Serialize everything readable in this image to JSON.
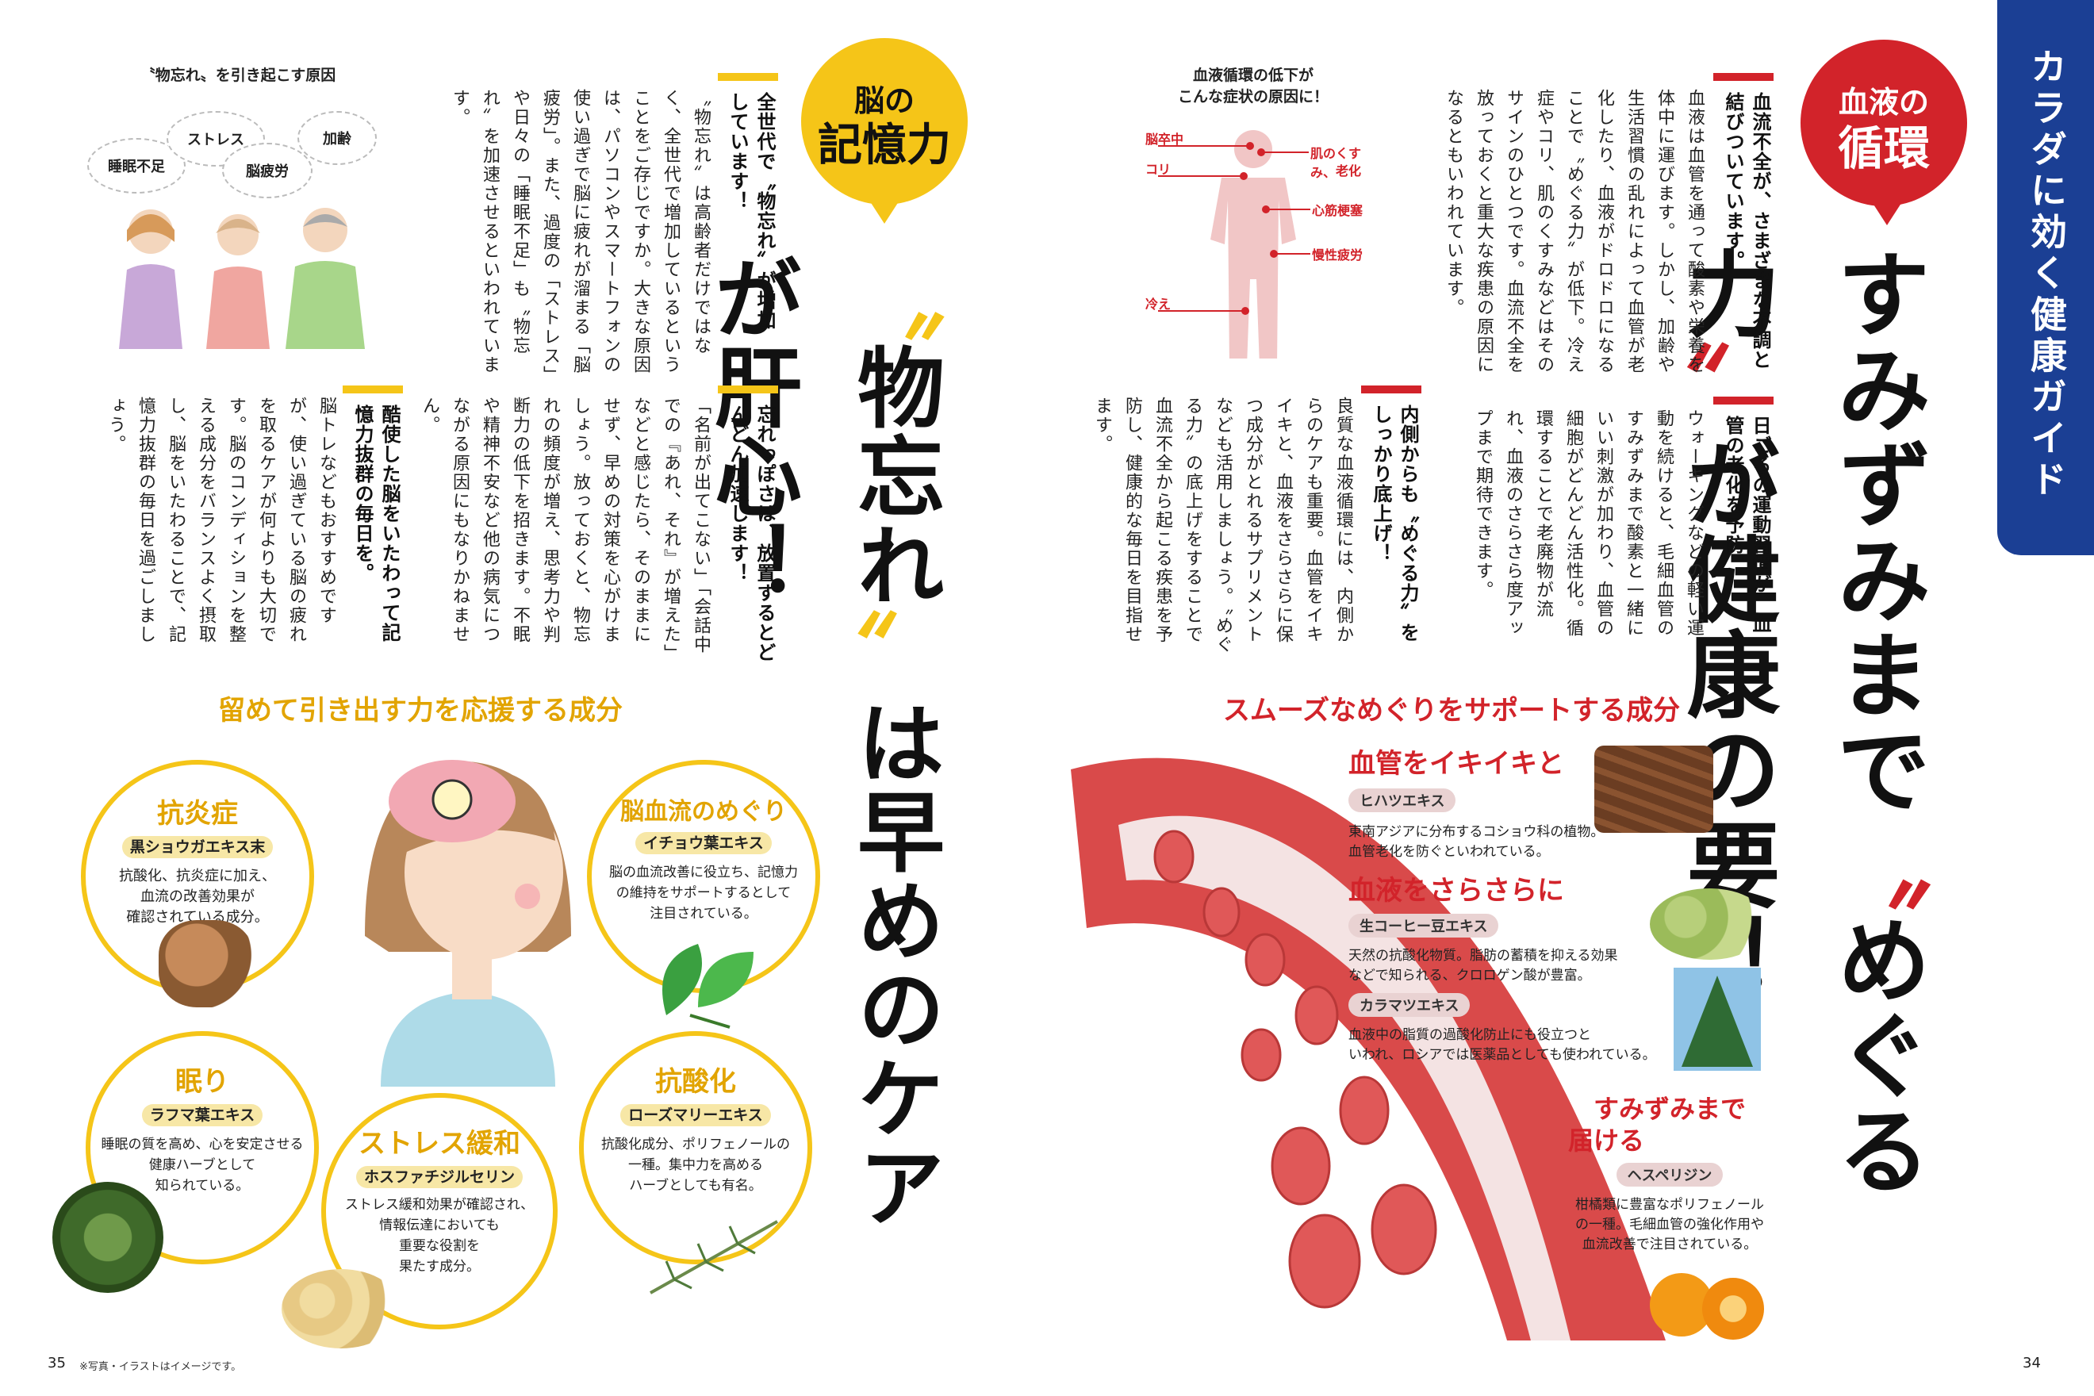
{
  "sidebar": {
    "label": "カラダに効く健康ガイド",
    "color": "#1b3f94"
  },
  "colors": {
    "red": "#d2232a",
    "yellow": "#f5c518",
    "orange": "#e2a400",
    "navy": "#1b3f94"
  },
  "right_page": {
    "badge": {
      "line1": "血液の",
      "line2": "循環"
    },
    "headline": {
      "part1": "すみずみまで",
      "quote_open": "〝",
      "part2": "めぐる力",
      "quote_close": "〟",
      "part3": "が健康の要",
      "excl": "！"
    },
    "section1": {
      "heading": "血流不全が、さまざまな不調と結びついています。",
      "body": "血液は血管を通って酸素や栄養を体中に運びます。しかし、加齢や生活習慣の乱れによって血管が老化したり、血液がドロドロになることで〝めぐる力〟が低下。冷え症やコリ、肌のくすみなどはそのサインのひとつです。血流不全を放っておくと重大な疾患の原因になるともいわれています。"
    },
    "figure": {
      "title_line1": "血液循環の低下が",
      "title_line2": "こんな症状の原因に！",
      "labels": {
        "stroke": "脳卒中",
        "stiffness": "コリ",
        "cold": "冷え",
        "skin_line1": "肌のくすみ、",
        "skin_line2": "老化",
        "infarction": "心筋梗塞",
        "fatigue": "慢性疲労"
      }
    },
    "section2": {
      "heading": "日ごろの運動習慣が、血管の老化を予防。",
      "body": "ウォーキングなどの軽い運動を続けると、毛細血管のすみずみまで酸素と一緒にいい刺激が加わり、血管の細胞がどんどん活性化。循環することで老廃物が流れ、血液のさらさら度アップまで期待できます。"
    },
    "section3": {
      "heading": "内側からも〝めぐる力〟をしっかり底上げ！",
      "body": "良質な血液循環には、内側からのケアも重要。血管をイキイキと、血液をさらさらに保つ成分がとれるサプリメントなども活用しましょう。〝めぐる力〟の底上げをすることで血流不全から起こる疾患を予防し、健康的な毎日を目指せます。"
    },
    "ingredients_title": "スムーズなめぐりをサポートする成分",
    "ingredients": {
      "vessel": {
        "title": "血管をイキイキと",
        "tag": "ヒハツエキス",
        "desc_line1": "東南アジアに分布するコショウ科の植物。",
        "desc_line2": "血管老化を防ぐといわれている。"
      },
      "blood": {
        "title": "血液をさらさらに",
        "tag1": "生コーヒー豆エキス",
        "desc1_line1": "天然の抗酸化物質。脂肪の蓄積を抑える効果",
        "desc1_line2": "などで知られる、クロロゲン酸が豊富。",
        "tag2": "カラマツエキス",
        "desc2_line1": "血液中の脂質の過酸化防止にも役立つと",
        "desc2_line2": "いわれ、ロシアでは医薬品としても使われている。"
      },
      "deliver": {
        "title_line1": "すみずみまで",
        "title_line2": "届ける",
        "tag": "ヘスペリジン",
        "desc_line1": "柑橘類に豊富なポリフェノール",
        "desc_line2": "の一種。毛細血管の強化作用や",
        "desc_line3": "血流改善で注目されている。"
      }
    },
    "page_number": "34"
  },
  "left_page": {
    "badge": {
      "line1": "脳の",
      "line2": "記憶力"
    },
    "headline": {
      "quote_open": "〝",
      "part1": "物忘れ",
      "quote_close": "〟",
      "part2": "は早めのケアが肝心",
      "excl": "！"
    },
    "figure": {
      "title": "〝物忘れ〟を引き起こす原因",
      "bubbles": {
        "sleep": "睡眠不足",
        "stress": "ストレス",
        "fatigue": "脳疲労",
        "age": "加齢"
      }
    },
    "section1": {
      "heading": "全世代で〝物忘れ〟が増加しています！",
      "body": "〝物忘れ〟は高齢者だけではなく、全世代で増加しているということをご存じですか。大きな原因は、パソコンやスマートフォンの使い過ぎで脳に疲れが溜まる「脳疲労」。また、過度の「ストレス」や日々の「睡眠不足」も〝物忘れ〟を加速させるといわれています。"
    },
    "section2": {
      "heading": "忘れっぽさは、放置するとどんどん加速します！",
      "body": "「名前が出てこない」「会話中での『あれ、それ』が増えた」などと感じたら、そのままにせず、早めの対策を心がけましょう。放っておくと、物忘れの頻度が増え、思考力や判断力の低下を招きます。不眠や精神不安など他の病気につながる原因にもなりかねません。"
    },
    "section3": {
      "heading": "酷使した脳をいたわって記憶力抜群の毎日を。",
      "body": "脳トレなどもおすすめですが、使い過ぎている脳の疲れを取るケアが何よりも大切です。脳のコンディションを整える成分をバランスよく摂取し、脳をいたわることで、記憶力抜群の毎日を過ごしましょう。"
    },
    "ingredients_title": "留めて引き出す力を応援する成分",
    "ingredients": [
      {
        "title": "抗炎症",
        "tag": "黒ショウガエキス末",
        "desc_line1": "抗酸化、抗炎症に加え、",
        "desc_line2": "血流の改善効果が",
        "desc_line3": "確認されている成分。"
      },
      {
        "title": "脳血流のめぐり",
        "tag": "イチョウ葉エキス",
        "desc_line1": "脳の血流改善に役立ち、記憶力",
        "desc_line2": "の維持をサポートするとして",
        "desc_line3": "注目されている。"
      },
      {
        "title": "眠り",
        "tag": "ラフマ葉エキス",
        "desc_line1": "睡眠の質を高め、心を安定させる",
        "desc_line2": "健康ハーブとして",
        "desc_line3": "知られている。"
      },
      {
        "title": "抗酸化",
        "tag": "ローズマリーエキス",
        "desc_line1": "抗酸化成分、ポリフェノールの",
        "desc_line2": "一種。集中力を高める",
        "desc_line3": "ハーブとしても有名。"
      },
      {
        "title": "ストレス緩和",
        "tag": "ホスファチジルセリン",
        "desc_line1": "ストレス緩和効果が確認され、",
        "desc_line2": "情報伝達においても",
        "desc_line3": "重要な役割を",
        "desc_line4": "果たす成分。"
      }
    ],
    "page_number": "35",
    "footnote": "※写真・イラストはイメージです。"
  }
}
